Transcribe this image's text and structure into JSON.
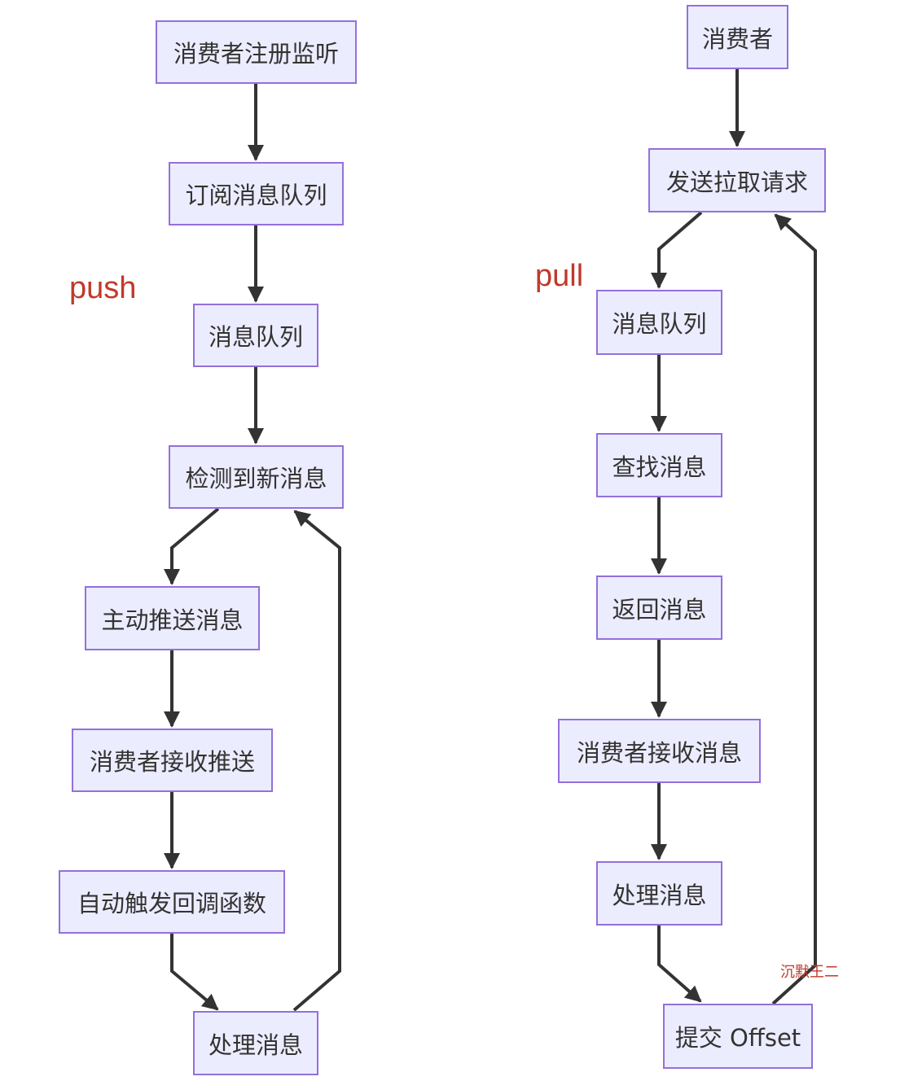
{
  "push": {
    "label": "push",
    "nodes": {
      "register": "消费者注册监听",
      "subscribe": "订阅消息队列",
      "queue": "消息队列",
      "detect": "检测到新消息",
      "push_msg": "主动推送消息",
      "receive_push": "消费者接收推送",
      "callback": "自动触发回调函数",
      "process": "处理消息"
    }
  },
  "pull": {
    "label": "pull",
    "nodes": {
      "consumer": "消费者",
      "request": "发送拉取请求",
      "queue": "消息队列",
      "find": "查找消息",
      "return_msg": "返回消息",
      "receive": "消费者接收消息",
      "process": "处理消息",
      "commit": "提交 Offset"
    }
  },
  "watermark": "沉默王二",
  "colors": {
    "node_fill": "#ececff",
    "node_border": "#9370db",
    "edge": "#333333",
    "label": "#c0392b"
  }
}
